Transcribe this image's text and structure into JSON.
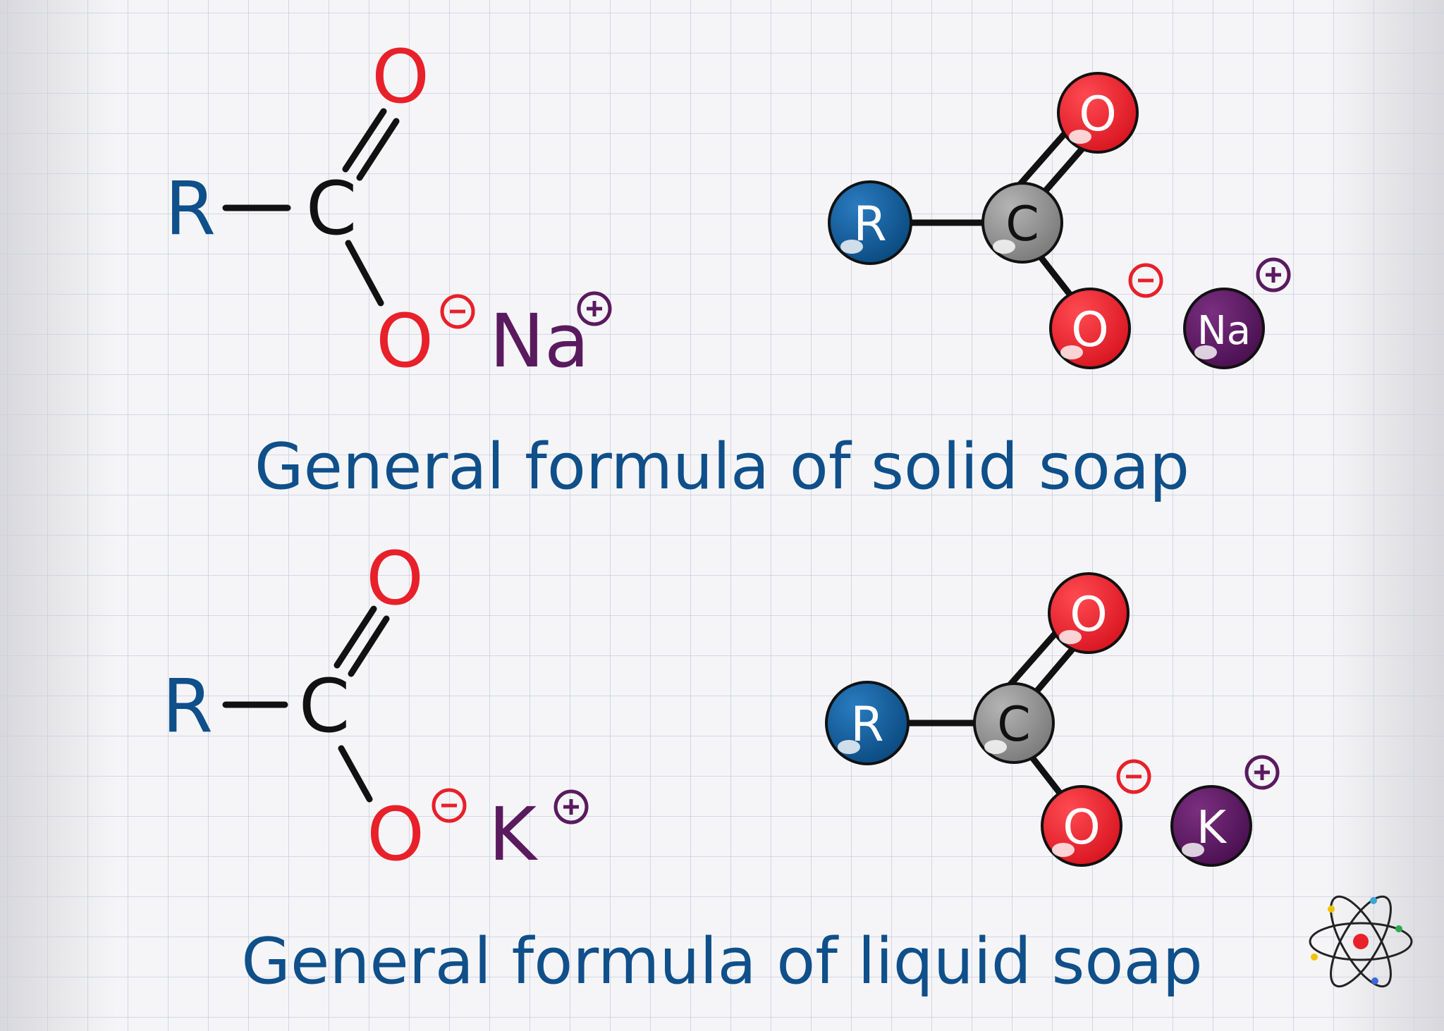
{
  "colors": {
    "r_group": "#0f4f8a",
    "carbon": "#111111",
    "oxygen": "#e8202a",
    "cation": "#5a1a5e",
    "caption": "#0f4f8a",
    "grid_line": "#c9cfe0",
    "ball_r": "#0e5a96",
    "ball_c": "#8e8e8e",
    "ball_o": "#e8202a",
    "ball_cation": "#5b1760"
  },
  "solid": {
    "caption": "General formula of solid soap",
    "skeletal": {
      "r": "R",
      "c": "C",
      "o_double": "O",
      "o_single": "O",
      "cation": "Na",
      "minus": "−",
      "plus": "+"
    },
    "ball": {
      "r": "R",
      "c": "C",
      "o_double": "O",
      "o_single": "O",
      "cation": "Na",
      "minus": "−",
      "plus": "+"
    }
  },
  "liquid": {
    "caption": "General formula of liquid soap",
    "skeletal": {
      "r": "R",
      "c": "C",
      "o_double": "O",
      "o_single": "O",
      "cation": "K",
      "minus": "−",
      "plus": "+"
    },
    "ball": {
      "r": "R",
      "c": "C",
      "o_double": "O",
      "o_single": "O",
      "cation": "K",
      "minus": "−",
      "plus": "+"
    }
  },
  "icons": {
    "logo": "atom-icon"
  }
}
